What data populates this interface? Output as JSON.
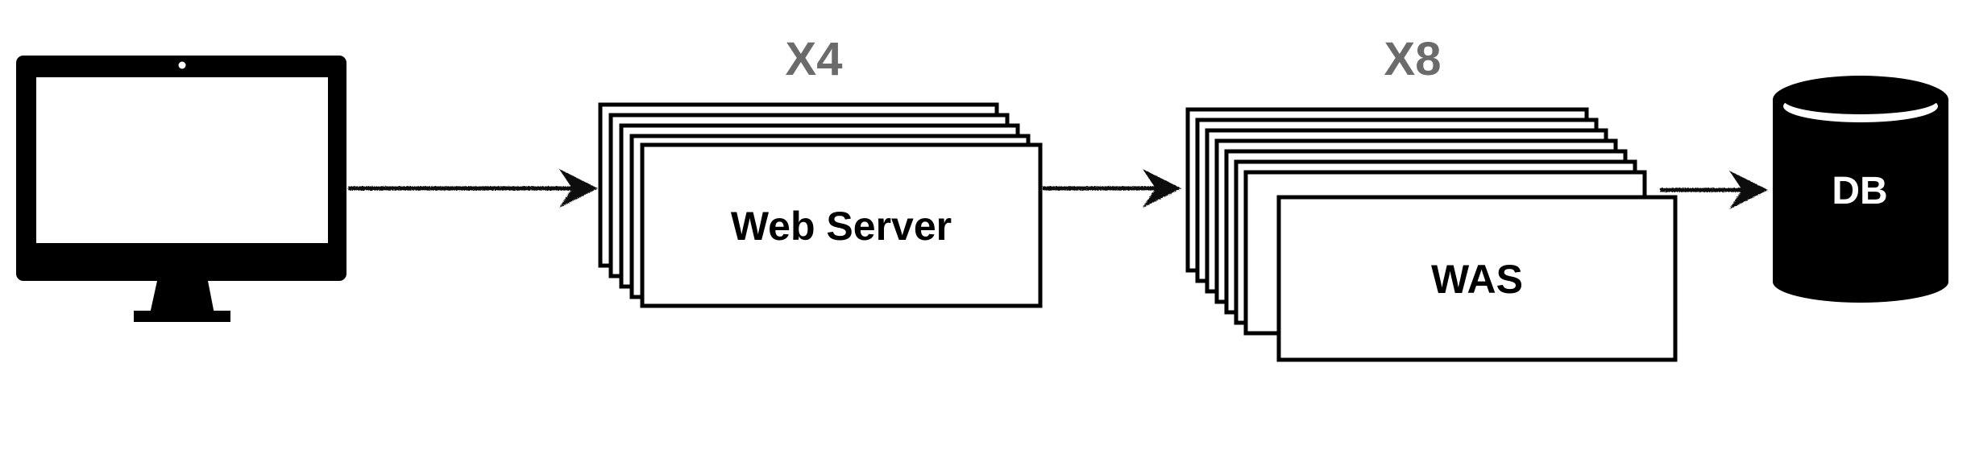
{
  "colors": {
    "ink": "#000000",
    "paper": "#ffffff",
    "multiplier": "#6b6b6b"
  },
  "client": {
    "icon": "monitor-icon"
  },
  "web_server": {
    "label": "Web Server",
    "multiplier": "X4"
  },
  "was": {
    "label": "WAS",
    "multiplier": "X8"
  },
  "db": {
    "icon": "database-cylinder-icon",
    "label": "DB"
  },
  "connections": [
    {
      "from": "client",
      "to": "web_server"
    },
    {
      "from": "web_server",
      "to": "was"
    },
    {
      "from": "was",
      "to": "db"
    }
  ]
}
